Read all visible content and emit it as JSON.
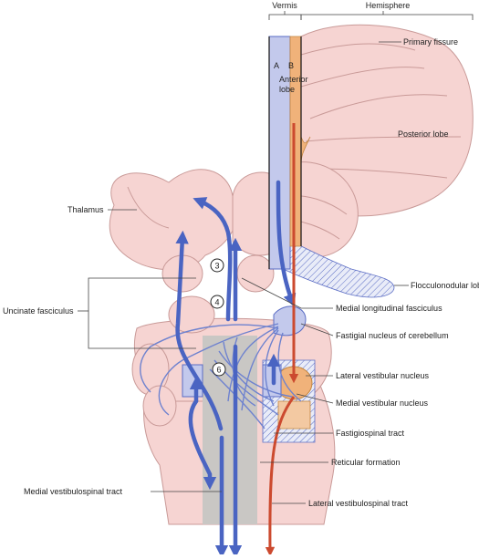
{
  "labels": {
    "vermis": "Vermis",
    "hemisphere": "Hemisphere",
    "primary_fissure": "Primary fissure",
    "col_a": "A",
    "col_b": "B",
    "anterior_lobe_1": "Anterior",
    "anterior_lobe_2": "lobe",
    "posterior_lobe": "Posterior lobe",
    "thalamus": "Thalamus",
    "flocculonodular_lobe": "Flocculonodular lobe",
    "uncinate_fasciculus": "Uncinate fasciculus",
    "medial_longitudinal_fasciculus": "Medial longitudinal fasciculus",
    "fastigial_nucleus": "Fastigial nucleus of cerebellum",
    "lateral_vestibular_nucleus": "Lateral vestibular nucleus",
    "medial_vestibular_nucleus": "Medial vestibular nucleus",
    "fastigiospinal_tract": "Fastigiospinal tract",
    "reticular_formation": "Reticular formation",
    "medial_vestibulospinal_tract": "Medial vestibulospinal tract",
    "lateral_vestibulospinal_tract": "Lateral vestibulospinal tract"
  },
  "markers": {
    "m3": "3",
    "m4": "4",
    "m6": "6"
  },
  "colors": {
    "tissue": "#f6d4d2",
    "vermis_blue": "#c3c9ec",
    "vermis_orange": "#f0b27a",
    "tract_blue": "#4a64c2",
    "tract_red": "#cc4a2f",
    "reticular_grey": "#c9c7c4"
  }
}
